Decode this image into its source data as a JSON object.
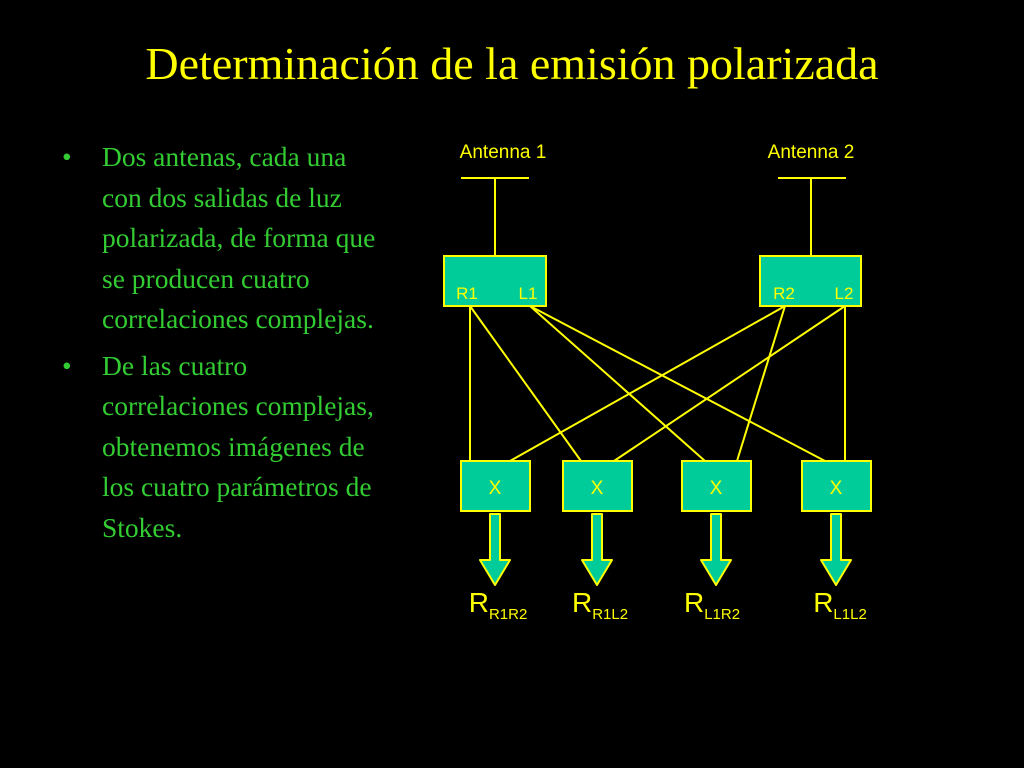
{
  "slide": {
    "title": "Determinación de la emisión polarizada",
    "bullets": [
      "Dos antenas, cada una con dos salidas de luz polarizada, de forma que se producen cuatro correlaciones complejas.",
      "De las cuatro correlaciones complejas, obtenemos imágenes de los cuatro parámetros de Stokes."
    ],
    "bullet_symbol": "•"
  },
  "diagram": {
    "antennas": [
      {
        "label": "Antenna 1",
        "outputs": [
          "R1",
          "L1"
        ]
      },
      {
        "label": "Antenna 2",
        "outputs": [
          "R2",
          "L2"
        ]
      }
    ],
    "correlators": [
      {
        "symbol": "X",
        "result_main": "R",
        "result_sub": "R1R2"
      },
      {
        "symbol": "X",
        "result_main": "R",
        "result_sub": "R1L2"
      },
      {
        "symbol": "X",
        "result_main": "R",
        "result_sub": "L1R2"
      },
      {
        "symbol": "X",
        "result_main": "R",
        "result_sub": "L1L2"
      }
    ]
  },
  "colors": {
    "background": "#000000",
    "title": "#ffff00",
    "bullet_text": "#33cc33",
    "box_fill": "#00cc99",
    "line": "#ffff00",
    "label": "#ffff00"
  }
}
